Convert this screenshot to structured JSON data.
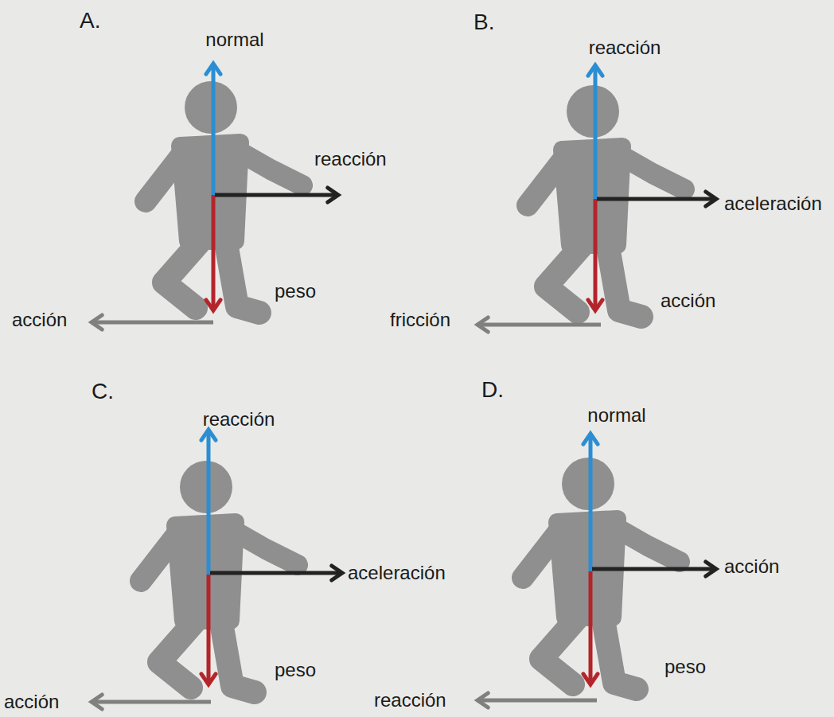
{
  "diagram": {
    "labels": [
      "A.",
      "normal",
      "reacción",
      "peso",
      "acción",
      "B.",
      "reacción",
      "aceleración",
      "acción",
      "fricción",
      "C.",
      "reacción",
      "aceleración",
      "peso",
      "acción",
      "D.",
      "normal",
      "acción",
      "peso",
      "reacción"
    ]
  }
}
